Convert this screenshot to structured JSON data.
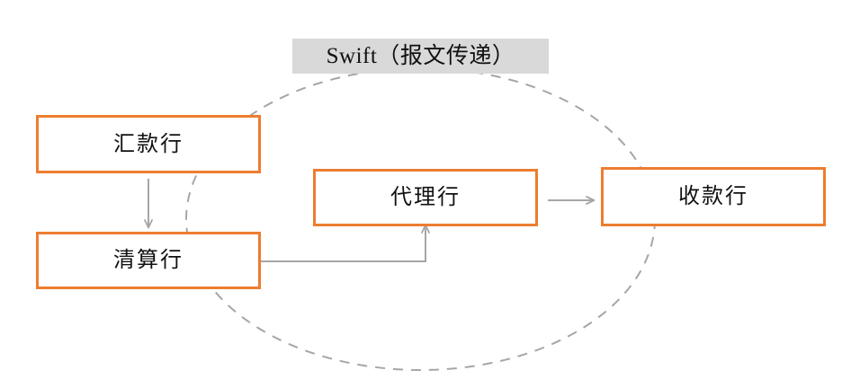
{
  "diagram": {
    "title": "Swift（报文传递）",
    "boundary": {
      "label": "Swift（报文传递）",
      "shape": "dashed-ellipse",
      "stroke_color": "#a6a6a6",
      "label_bg_color": "#d9d9d9"
    },
    "node_border_color": "#ed7d31",
    "connector_color": "#a6a6a6",
    "nodes": [
      {
        "id": "remitting",
        "label": "汇款行"
      },
      {
        "id": "clearing",
        "label": "清算行"
      },
      {
        "id": "agent",
        "label": "代理行"
      },
      {
        "id": "receiving",
        "label": "收款行"
      }
    ],
    "connectors": [
      {
        "id": "remitting-to-clearing",
        "from": "汇款行",
        "to": "清算行",
        "style": "straight-down-arrow"
      },
      {
        "id": "clearing-to-agent",
        "from": "清算行",
        "to": "代理行",
        "style": "elbow-up-arrow"
      },
      {
        "id": "agent-to-receiving",
        "from": "代理行",
        "to": "收款行",
        "style": "straight-right-arrow"
      }
    ]
  }
}
